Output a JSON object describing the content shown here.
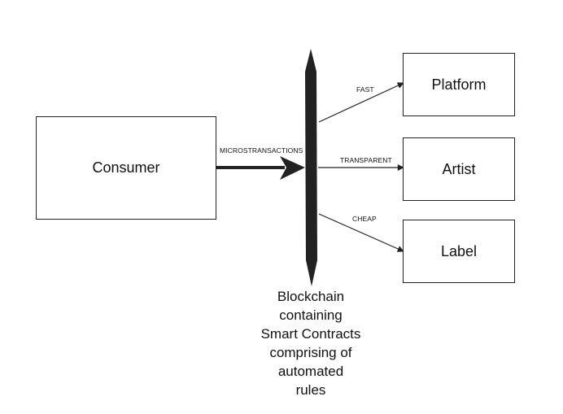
{
  "nodes": {
    "consumer": "Consumer",
    "platform": "Platform",
    "artist": "Artist",
    "label": "Label"
  },
  "edges": {
    "consumer_to_blockchain": "MICROSTRANSACTIONS",
    "to_platform": "FAST",
    "to_artist": "TRANSPARENT",
    "to_label": "CHEAP"
  },
  "blockchain": {
    "caption_lines": [
      "Blockchain",
      "containing",
      "Smart Contracts",
      "comprising of",
      "automated",
      "rules"
    ]
  },
  "colors": {
    "stroke": "#222222",
    "fill": "#222222"
  }
}
